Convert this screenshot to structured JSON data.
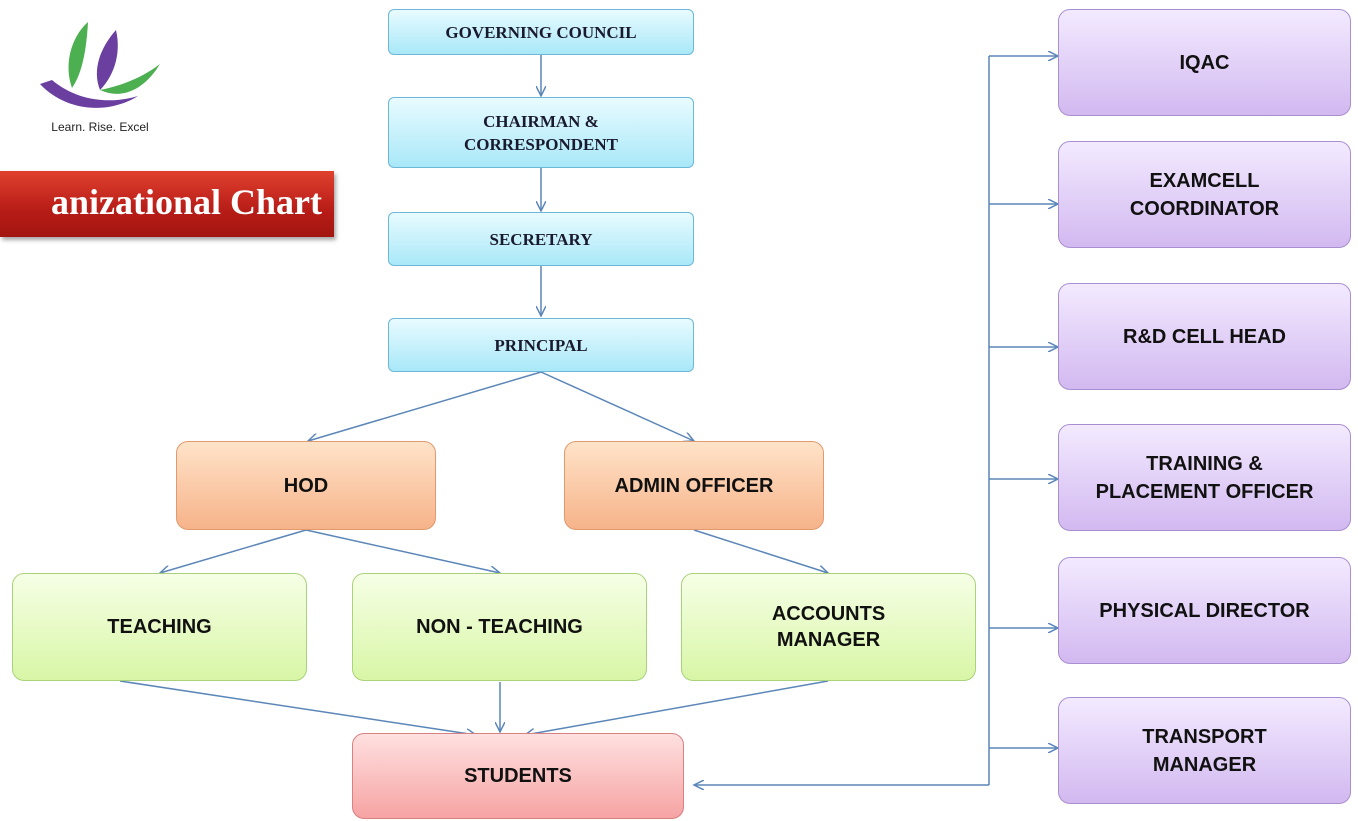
{
  "logo": {
    "tagline": "Learn. Rise. Excel",
    "icon": "leaf-logo-icon",
    "colors": {
      "green": "#4caf50",
      "purple": "#6a3fa0"
    }
  },
  "banner": {
    "title": "anizational Chart",
    "color": "#b71c17"
  },
  "chain": {
    "governing_council": "GOVERNING COUNCIL",
    "chairman": "CHAIRMAN &\nCORRESPONDENT",
    "secretary": "SECRETARY",
    "principal": "PRINCIPAL"
  },
  "level2": {
    "hod": "HOD",
    "admin_officer": "ADMIN OFFICER"
  },
  "level3": {
    "teaching": "TEACHING",
    "non_teaching": "NON - TEACHING",
    "accounts_manager": "ACCOUNTS\nMANAGER"
  },
  "students": "STUDENTS",
  "right_column": {
    "iqac": "IQAC",
    "examcell": "EXAMCELL\nCOORDINATOR",
    "rd_cell": "R&D CELL HEAD",
    "training": "TRAINING &\nPLACEMENT OFFICER",
    "physical": "PHYSICAL DIRECTOR",
    "transport": "TRANSPORT\nMANAGER"
  },
  "colors": {
    "line": "#5b86b8",
    "blue_box": "#a9e8f8",
    "orange_box": "#f6b38a",
    "green_box": "#d8f6a6",
    "red_box": "#f6a3a3",
    "purple_box": "#d2b9f0"
  }
}
